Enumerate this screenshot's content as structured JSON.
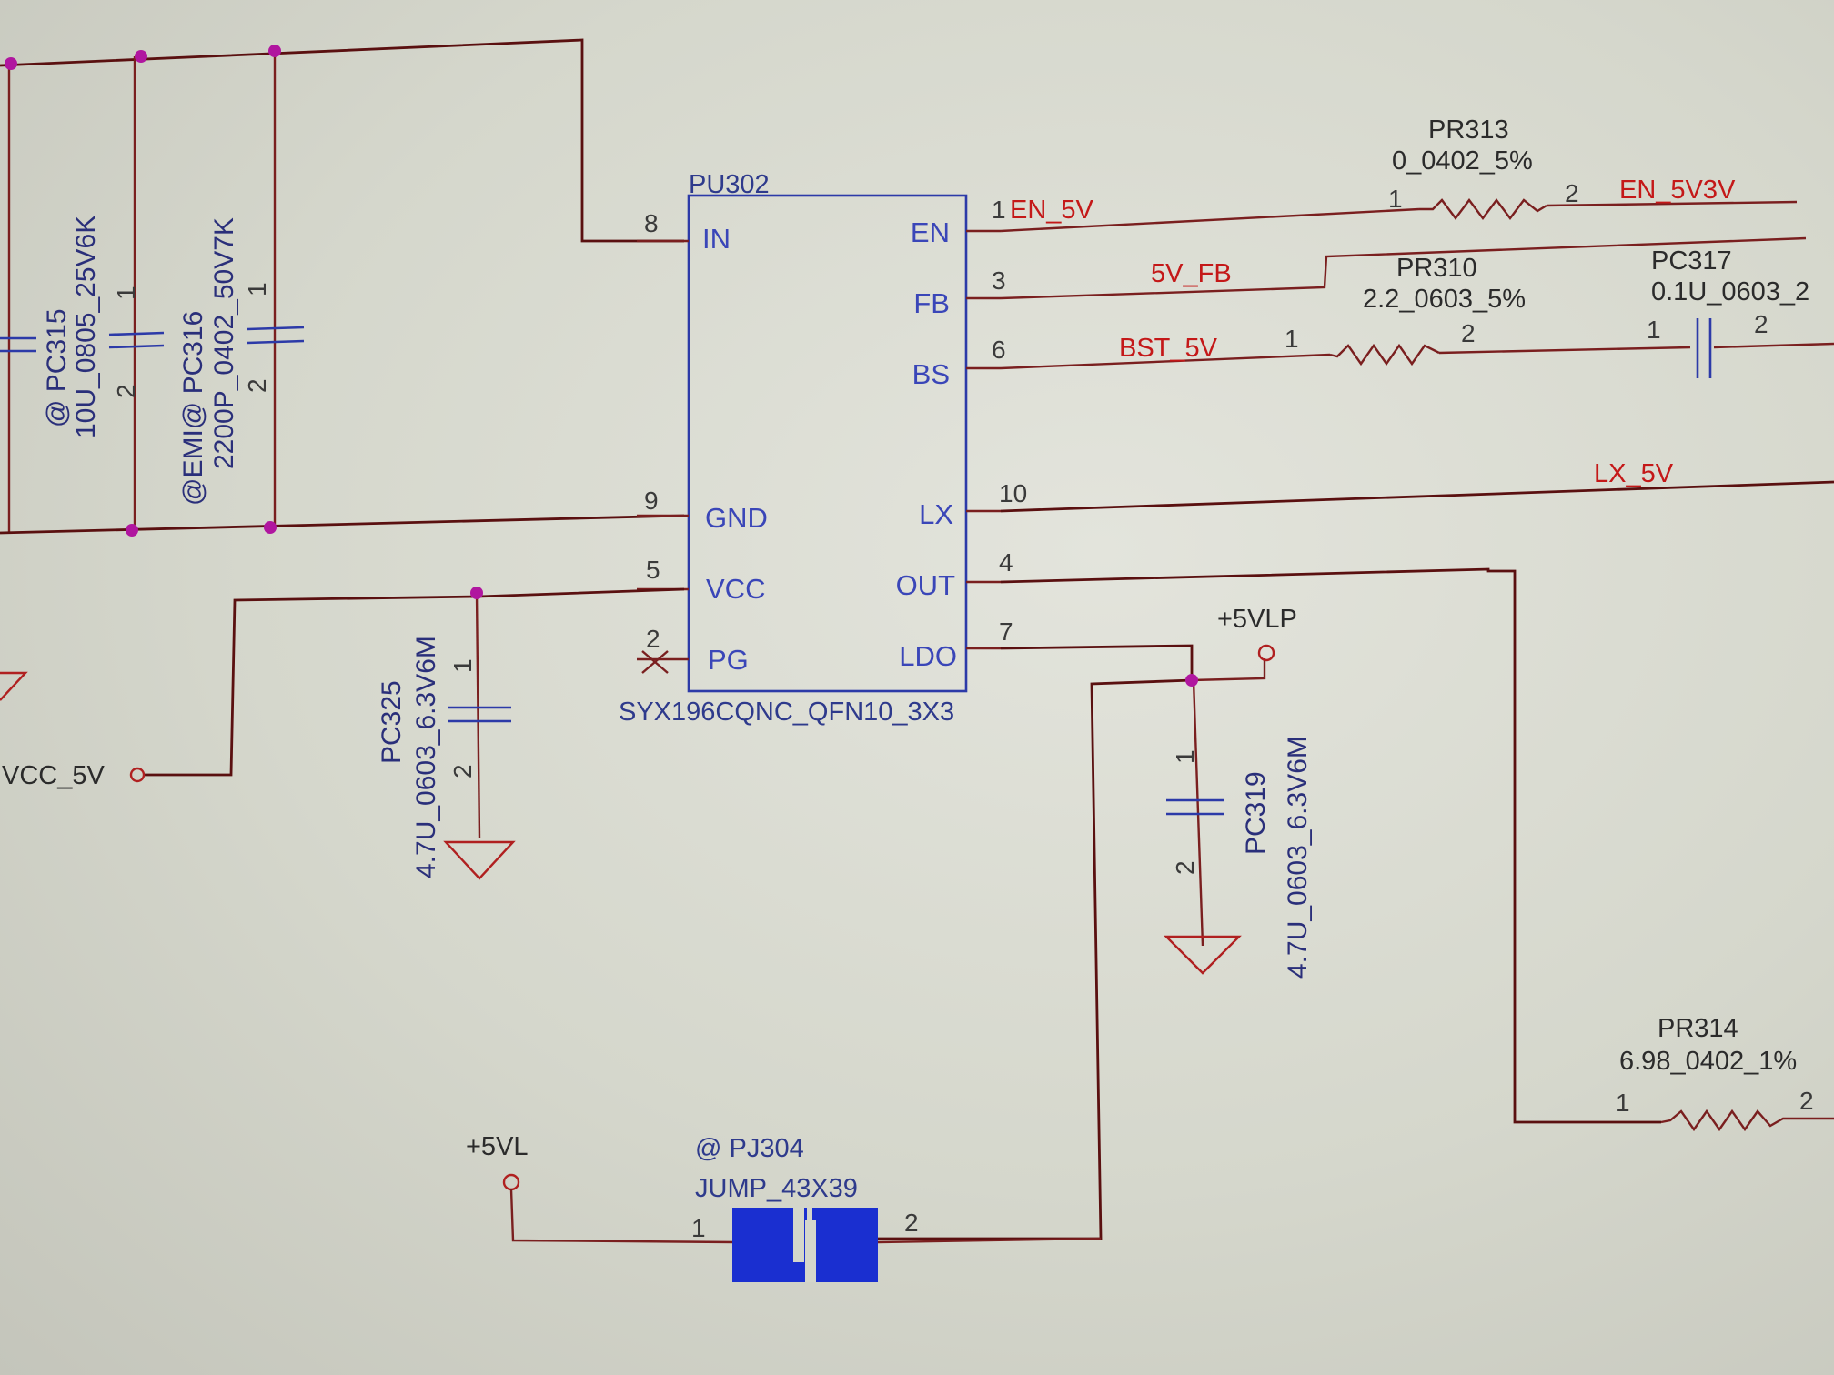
{
  "ic": {
    "ref": "PU302",
    "part": "SYX196CQNC_QFN10_3X3",
    "pins_left": [
      {
        "num": "8",
        "name": "IN"
      },
      {
        "num": "9",
        "name": "GND"
      },
      {
        "num": "5",
        "name": "VCC"
      },
      {
        "num": "2",
        "name": "PG"
      }
    ],
    "pins_right": [
      {
        "num": "1",
        "name": "EN"
      },
      {
        "num": "3",
        "name": "FB"
      },
      {
        "num": "6",
        "name": "BS"
      },
      {
        "num": "10",
        "name": "LX"
      },
      {
        "num": "4",
        "name": "OUT"
      },
      {
        "num": "7",
        "name": "LDO"
      }
    ]
  },
  "nets": {
    "en": "EN_5V",
    "fb": "5V_FB",
    "bst": "BST_5V",
    "lx": "LX_5V",
    "en_5v3v": "EN_5V3V",
    "vcc": "VCC_5V",
    "vlp": "+5VLP",
    "vl": "+5VL"
  },
  "components": {
    "pr313": {
      "ref": "PR313",
      "value": "0_0402_5%",
      "pin1": "1",
      "pin2": "2"
    },
    "pr310": {
      "ref": "PR310",
      "value": "2.2_0603_5%",
      "pin1": "1",
      "pin2": "2"
    },
    "pc317": {
      "ref": "PC317",
      "value": "0.1U_0603_2",
      "pin1": "1",
      "pin2": "2"
    },
    "pc315": {
      "ref": "@ PC315",
      "value": "10U_0805_25V6K",
      "pin1": "1",
      "pin2": "2"
    },
    "pc316": {
      "ref": "@EMI@ PC316",
      "value": "2200P_0402_50V7K",
      "pin1": "1",
      "pin2": "2"
    },
    "pc325": {
      "ref": "PC325",
      "value": "4.7U_0603_6.3V6M",
      "pin1": "1",
      "pin2": "2"
    },
    "pc319": {
      "ref": "PC319",
      "value": "4.7U_0603_6.3V6M",
      "pin1": "1",
      "pin2": "2"
    },
    "pr314": {
      "ref": "PR314",
      "value": "6.98_0402_1%",
      "pin1": "1",
      "pin2": "2"
    },
    "pj304": {
      "ref": "@ PJ304",
      "value": "JUMP_43X39",
      "pin1": "1",
      "pin2": "2"
    }
  },
  "colors": {
    "wire": "#7a1f1f",
    "symbol": "#2c3aa8",
    "net_label": "#c41818",
    "junction": "#b0169f",
    "jumper_fill": "#1a2fd0"
  }
}
